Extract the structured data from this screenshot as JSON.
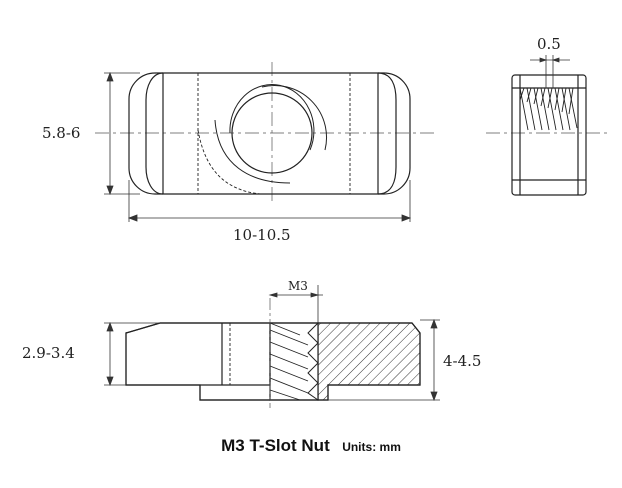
{
  "title": "M3 T-Slot Nut",
  "units": "Units: mm",
  "dimensions": {
    "height": "5.8-6",
    "length": "10-10.5",
    "pitch": "0.5",
    "thread": "M3",
    "body_thickness": "2.9-3.4",
    "total_height": "4-4.5"
  }
}
